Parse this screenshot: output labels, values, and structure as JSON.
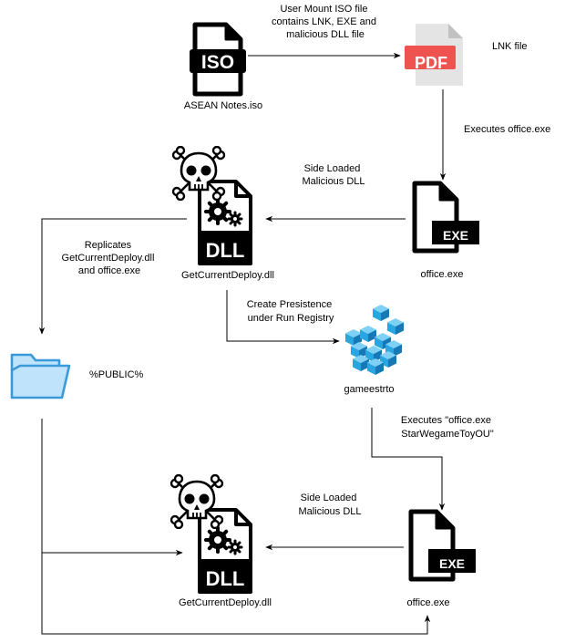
{
  "nodes": {
    "iso": {
      "label": "ASEAN Notes.iso",
      "badge": "ISO",
      "icon": "iso-file-icon"
    },
    "lnk": {
      "label": "LNK file",
      "badge": "PDF",
      "icon": "pdf-file-icon"
    },
    "office1": {
      "label": "office.exe",
      "badge": "EXE",
      "icon": "exe-file-icon"
    },
    "dll1": {
      "label": "GetCurrentDeploy.dll",
      "badge": "DLL",
      "icon": "malicious-dll-icon"
    },
    "folder": {
      "label": "%PUBLIC%",
      "icon": "folder-icon"
    },
    "registry": {
      "label": "gameestrto",
      "icon": "registry-icon"
    },
    "office2": {
      "label": "office.exe",
      "badge": "EXE",
      "icon": "exe-file-icon"
    },
    "dll2": {
      "label": "GetCurrentDeploy.dll",
      "badge": "DLL",
      "icon": "malicious-dll-icon"
    }
  },
  "edges": {
    "mount": [
      "User Mount ISO file",
      "contains LNK, EXE and",
      "malicious DLL file"
    ],
    "executes1": [
      "Executes office.exe"
    ],
    "sideload1": [
      "Side Loaded",
      "Malicious DLL"
    ],
    "replicates": [
      "Replicates",
      "GetCurrentDeploy.dll",
      "and office.exe"
    ],
    "persistence": [
      "Create Presistence",
      "under Run Registry"
    ],
    "executes2": [
      "Executes \"office.exe",
      "StarWegameToyOU\""
    ],
    "sideload2": [
      "Side Loaded",
      "Malicious DLL"
    ]
  },
  "colors": {
    "line": "#000000",
    "pdf_badge": "#ef5350",
    "pdf_page": "#e4e4e4",
    "folder_fill": "#bfe3fb",
    "folder_stroke": "#3a9ad9",
    "registry_light": "#7fd0f5",
    "registry_mid": "#29a6e2",
    "registry_dark": "#1679b6"
  }
}
